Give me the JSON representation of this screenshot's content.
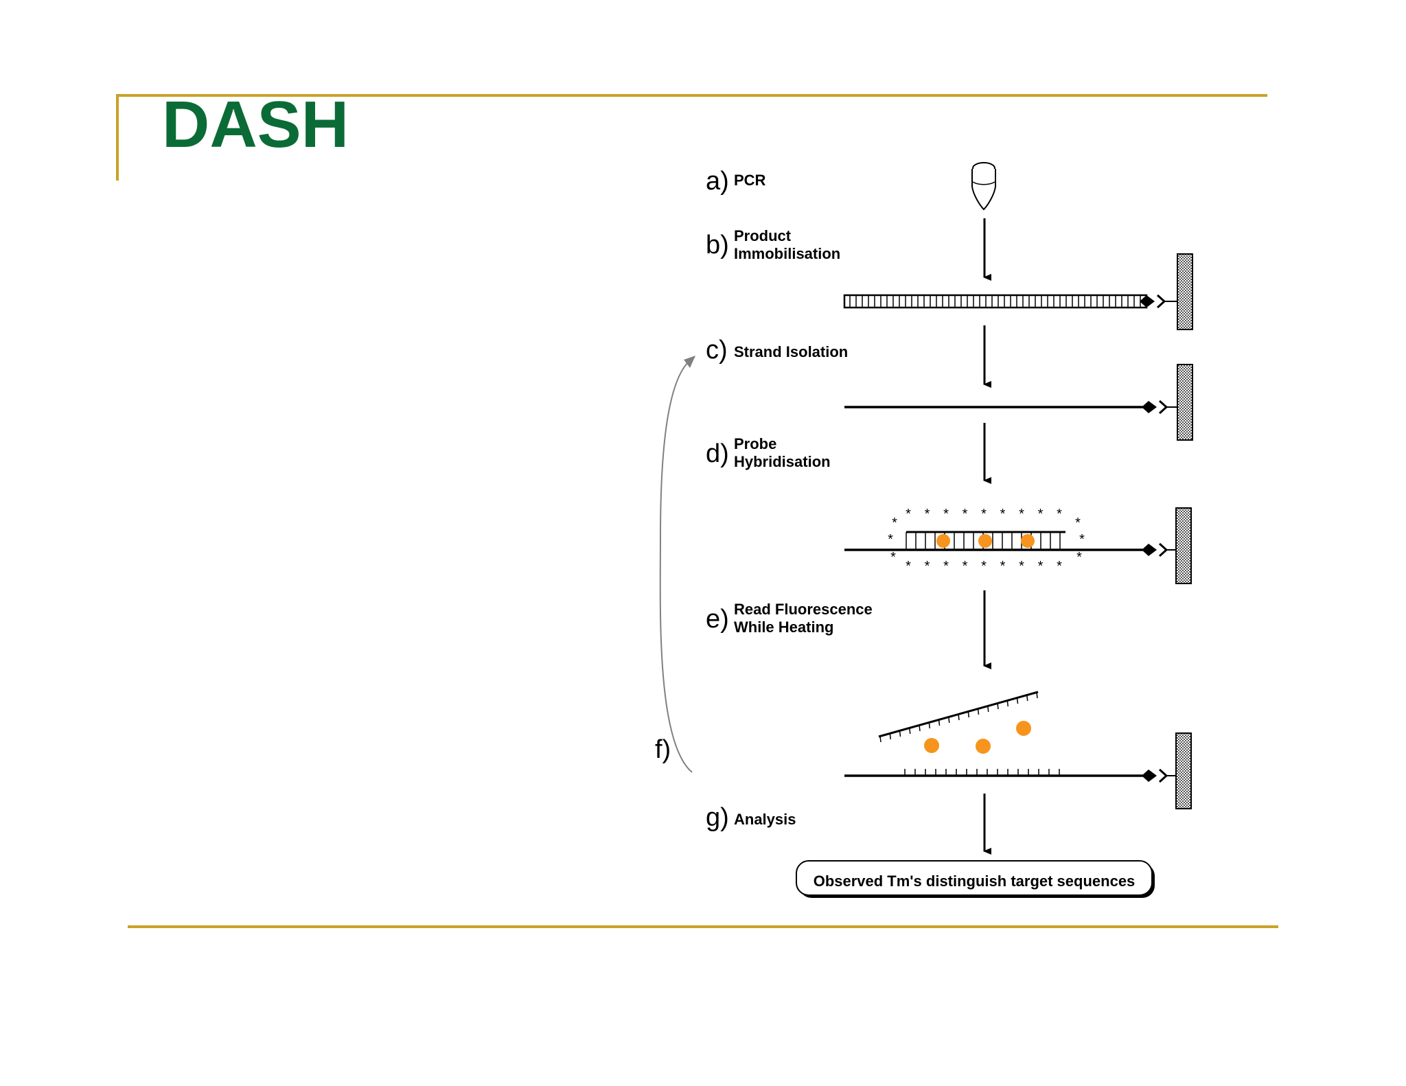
{
  "slide": {
    "title": "DASH",
    "accent_color": "#c9a227",
    "title_color": "#0b6b37"
  },
  "diagram": {
    "steps": [
      {
        "letter": "a)",
        "line1": "PCR",
        "line2": ""
      },
      {
        "letter": "b)",
        "line1": "Product",
        "line2": "Immobilisation"
      },
      {
        "letter": "c)",
        "line1": "Strand Isolation",
        "line2": ""
      },
      {
        "letter": "d)",
        "line1": "Probe",
        "line2": "Hybridisation"
      },
      {
        "letter": "e)",
        "line1": "Read Fluorescence",
        "line2": "While Heating"
      },
      {
        "letter": "f)",
        "line1": "",
        "line2": ""
      },
      {
        "letter": "g)",
        "line1": "Analysis",
        "line2": ""
      }
    ],
    "result_box": "Observed Tm's distinguish target sequences",
    "fluorophore_color": "#f7941d",
    "loop_arrow_color": "#808080"
  }
}
